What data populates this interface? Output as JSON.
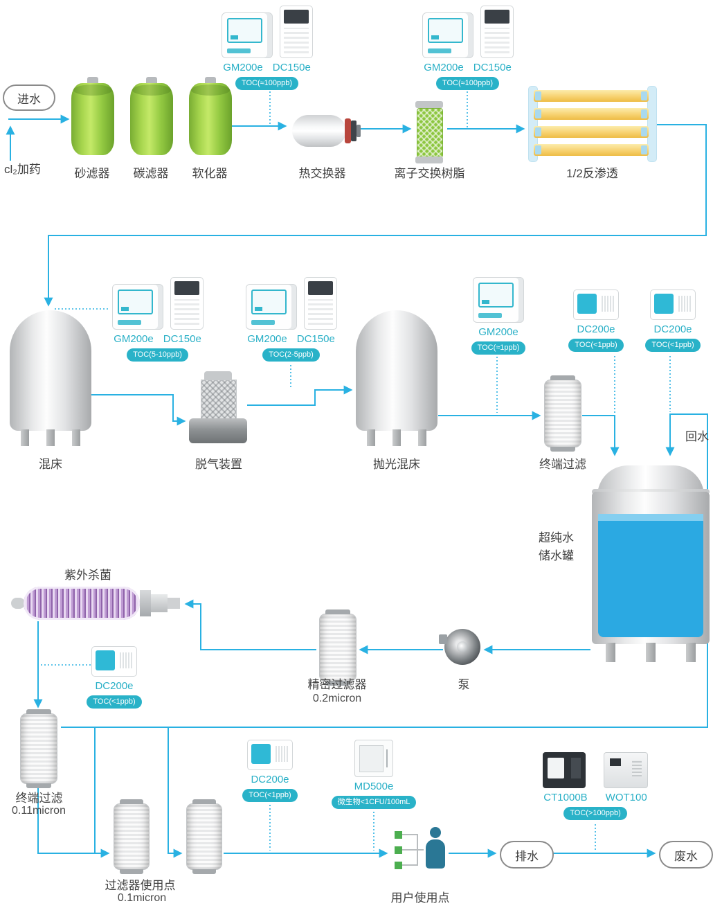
{
  "colors": {
    "flow_line": "#29b1e2",
    "teal_text": "#27afc6",
    "badge_bg": "#29b2c8",
    "label_text": "#3f3f3f",
    "tank_green": "#95cb43",
    "water_blue": "#2ba9e2",
    "uv_purple": "#bf9cd3"
  },
  "labels": {
    "inlet": "进水",
    "cl2": "cl₂加药",
    "sand": "砂滤器",
    "carbon": "碳滤器",
    "softener": "软化器",
    "heat": "热交换器",
    "ion": "离子交换树脂",
    "ro": "1/2反渗透",
    "mixed": "混床",
    "degasser": "脱气装置",
    "polish": "抛光混床",
    "terminal_mid": "终端过滤",
    "tank_line1": "超纯水",
    "tank_line2": "储水罐",
    "return_water": "回水",
    "uv": "紫外杀菌",
    "precision": "精密过滤器",
    "precision_sub": "0.2micron",
    "pump": "泵",
    "terminal_low": "终端过滤",
    "terminal_low_sub": "0.11micron",
    "filter_point": "过滤器使用点",
    "filter_point_sub": "0.1micron",
    "user_point": "用户使用点",
    "drain": "排水",
    "waste": "废水"
  },
  "instruments": {
    "g1": {
      "m1": "GM200e",
      "m2": "DC150e",
      "badge": "TOC(≈100ppb)"
    },
    "g2": {
      "m1": "GM200e",
      "m2": "DC150e",
      "badge": "TOC(≈100ppb)"
    },
    "g3": {
      "m1": "GM200e",
      "m2": "DC150e",
      "badge": "TOC(5-10ppb)"
    },
    "g4": {
      "m1": "GM200e",
      "m2": "DC150e",
      "badge": "TOC(2-5ppb)"
    },
    "g5": {
      "m1": "GM200e",
      "badge": "TOC(≈1ppb)"
    },
    "g6": {
      "m1": "DC200e",
      "badge": "TOC(<1ppb)"
    },
    "g7": {
      "m1": "DC200e",
      "badge": "TOC(<1ppb)"
    },
    "g8": {
      "m1": "DC200e",
      "badge": "TOC(<1ppb)"
    },
    "g9": {
      "m1": "DC200e",
      "badge": "TOC(<1ppb)"
    },
    "g10": {
      "m1": "MD500e",
      "badge": "微生物<1CFU/100mL"
    },
    "g11": {
      "m1": "CT1000B",
      "m2": "WOT100",
      "badge": "TOC(>100ppb)"
    }
  }
}
